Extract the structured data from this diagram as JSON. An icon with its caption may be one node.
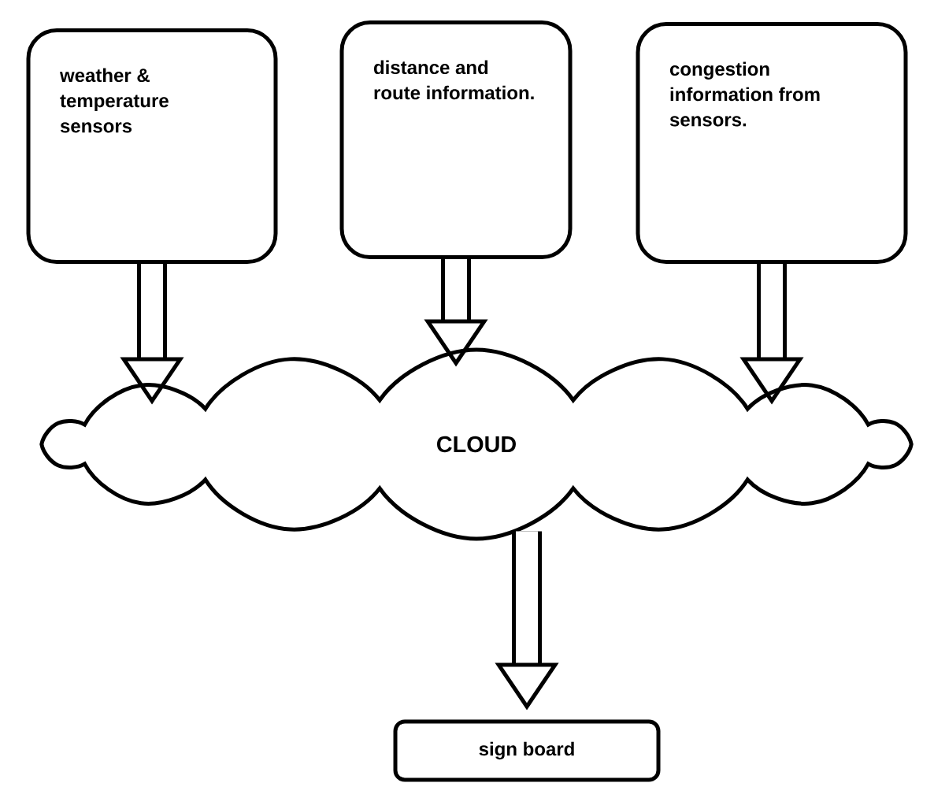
{
  "diagram": {
    "nodes": [
      {
        "text": [
          "weather & temperature sensors"
        ]
      },
      {
        "text": [
          "distance and route information."
        ]
      },
      {
        "text": [
          "congestion information from sensors."
        ]
      },
      {
        "text": [
          "CLOUD"
        ]
      },
      {
        "text": [
          "sign board"
        ]
      }
    ],
    "edges": [
      {
        "from": 0,
        "to": 3,
        "arrow": "to"
      },
      {
        "from": 1,
        "to": 3,
        "arrow": "to"
      },
      {
        "from": 2,
        "to": 3,
        "arrow": "to"
      },
      {
        "from": 3,
        "to": 4,
        "arrow": "to"
      }
    ]
  }
}
